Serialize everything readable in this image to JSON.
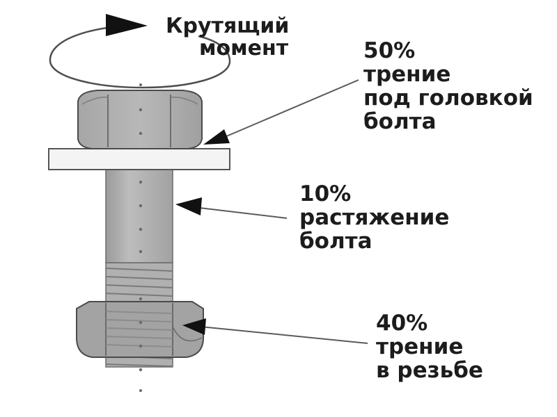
{
  "labels": {
    "torque": {
      "line1": "Крутящий",
      "line2": "момент"
    },
    "head_friction": {
      "percent": "50%",
      "line1": "трение",
      "line2": "под головкой",
      "line3": "болта"
    },
    "bolt_stretch": {
      "percent": "10%",
      "line1": "растяжение",
      "line2": "болта"
    },
    "thread_friction": {
      "percent": "40%",
      "line1": "трение",
      "line2": "в резьбе"
    }
  },
  "colors": {
    "metal": "#a9a9a9",
    "metal_light": "#c4c4c4",
    "metal_dark": "#8e8e8e",
    "washer": "#f4f4f4",
    "outline": "#4a4a4a",
    "text": "#1c1c1c",
    "arrow": "#111111"
  }
}
